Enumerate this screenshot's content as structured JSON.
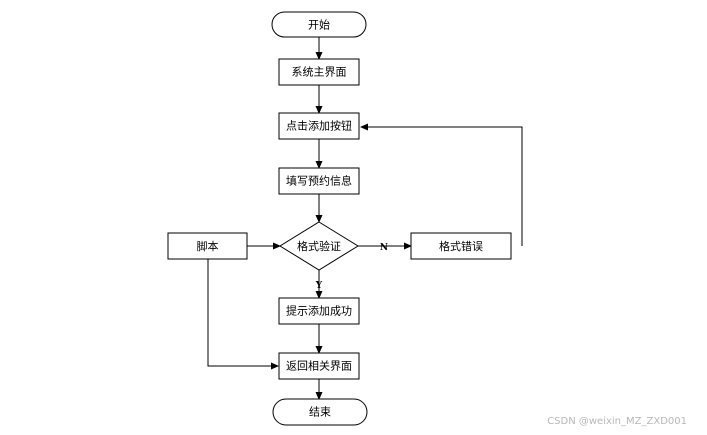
{
  "nodes": {
    "start": "开始",
    "main_ui": "系统主界面",
    "click_add": "点击添加按钮",
    "fill_info": "填写预约信息",
    "validate": "格式验证",
    "format_error": "格式错误",
    "script": "脚本",
    "success": "提示添加成功",
    "return_ui": "返回相关界面",
    "end": "结束"
  },
  "edge_labels": {
    "no": "N",
    "yes": "Y"
  },
  "watermark": "CSDN @weixin_MZ_ZXD001"
}
